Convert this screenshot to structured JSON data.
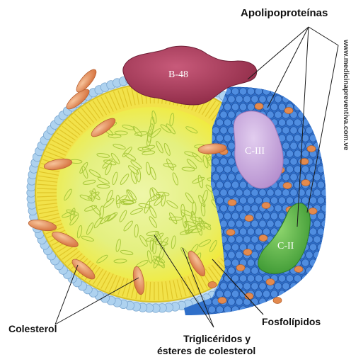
{
  "labels": {
    "apolipoproteins": "Apolipoproteínas",
    "cholesterol": "Colesterol",
    "phospholipids": "Fosfolípidos",
    "triglycerides_line1": "Triglicéridos y",
    "triglycerides_line2": "ésteres de colesterol"
  },
  "proteins": {
    "b48": "B-48",
    "c3": "C-III",
    "c2": "C-II"
  },
  "watermark": "www.medicinapreventiva.com.ve",
  "colors": {
    "core_yellow": "#f2ea3a",
    "core_center": "#e4f080",
    "phospholipid_blue": "#2f6fc9",
    "outer_light_blue": "#aed2ef",
    "b48_protein": "#a83856",
    "c3_protein": "#c9a6dd",
    "c2_protein": "#5fb84a",
    "cholesterol": "#e89060"
  }
}
